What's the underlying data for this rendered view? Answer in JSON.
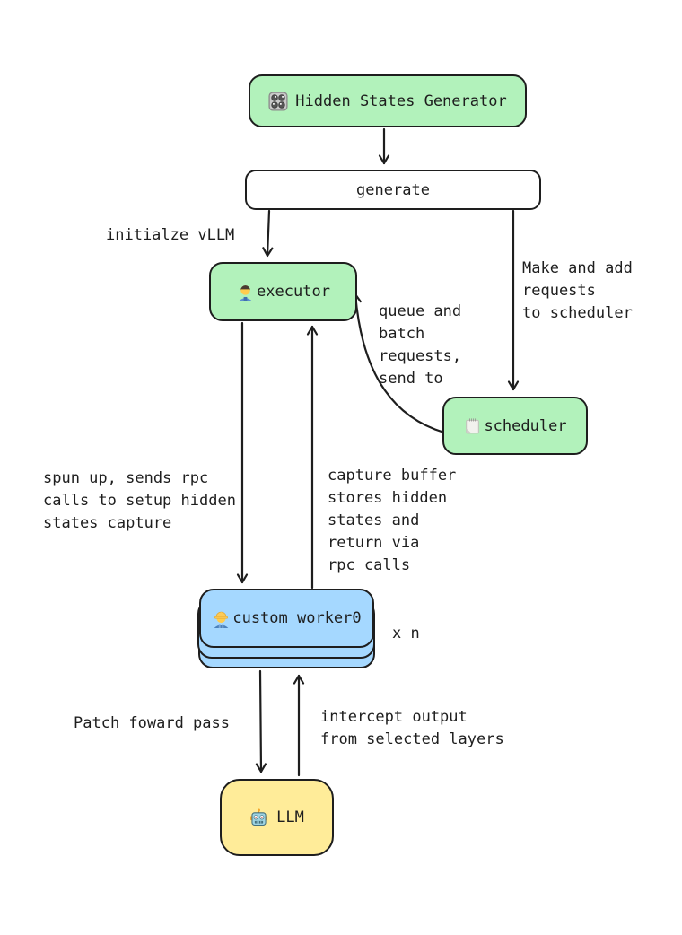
{
  "diagram": {
    "background": "#ffffff",
    "stroke_color": "#1e1e1e",
    "palette": {
      "green": "#b2f2bb",
      "blue": "#a5d8ff",
      "yellow": "#ffec99",
      "white": "#ffffff"
    },
    "boxes": {
      "generator": {
        "label": "Hidden States Generator",
        "icon": "control-knobs-icon",
        "fill": "#b2f2bb"
      },
      "generate": {
        "label": "generate",
        "fill": "#ffffff"
      },
      "executor": {
        "label": "executor",
        "icon": "man-mechanic-emoji-icon",
        "fill": "#b2f2bb"
      },
      "scheduler": {
        "label": "scheduler",
        "icon": "spiral-notepad-emoji-icon",
        "fill": "#b2f2bb"
      },
      "worker": {
        "label": "custom worker0",
        "icon": "construction-worker-emoji-icon",
        "fill": "#a5d8ff",
        "multiplier_note": "x n",
        "stacked_copies": 3
      },
      "llm": {
        "label": "LLM",
        "icon": "robot-emoji-icon",
        "fill": "#ffec99"
      }
    },
    "edge_labels": {
      "initialize_vllm": "initialze vLLM",
      "make_and_add": "Make and add\nrequests\nto scheduler",
      "queue_and_batch": "queue and\nbatch\nrequests,\nsend to",
      "spun_up": "spun up, sends rpc\ncalls to setup hidden\nstates capture",
      "capture_buffer": "capture buffer\nstores hidden\nstates and\nreturn via\nrpc calls",
      "patch_forward": "Patch foward pass",
      "intercept_output": "intercept output\nfrom selected layers"
    },
    "edges": [
      {
        "from": "generator",
        "to": "generate"
      },
      {
        "from": "generate",
        "to": "executor",
        "label": "initialize_vllm"
      },
      {
        "from": "generate",
        "to": "scheduler",
        "label": "make_and_add"
      },
      {
        "from": "scheduler",
        "to": "executor",
        "label": "queue_and_batch"
      },
      {
        "from": "executor",
        "to": "worker",
        "label": "spun_up"
      },
      {
        "from": "worker",
        "to": "executor",
        "label": "capture_buffer"
      },
      {
        "from": "worker",
        "to": "llm",
        "label": "patch_forward"
      },
      {
        "from": "llm",
        "to": "worker",
        "label": "intercept_output"
      }
    ]
  }
}
